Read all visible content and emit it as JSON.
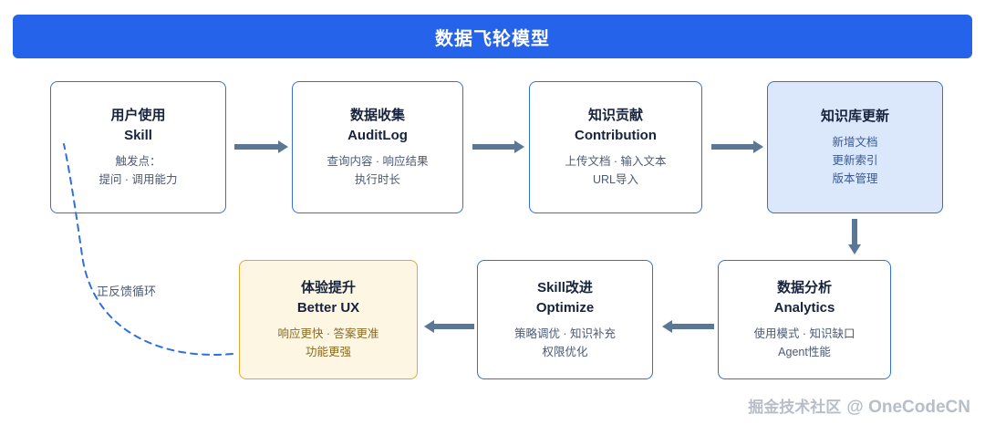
{
  "header": {
    "title": "数据飞轮模型",
    "bg_color": "#2563eb",
    "text_color": "#ffffff"
  },
  "nodes": [
    {
      "id": "user",
      "title_cn": "用户使用",
      "title_en": "Skill",
      "lines": [
        "触发点：",
        "提问 · 调用能力"
      ],
      "style": "white"
    },
    {
      "id": "collect",
      "title_cn": "数据收集",
      "title_en": "AuditLog",
      "lines": [
        "查询内容 · 响应结果",
        "执行时长"
      ],
      "style": "white"
    },
    {
      "id": "contrib",
      "title_cn": "知识贡献",
      "title_en": "Contribution",
      "lines": [
        "上传文档 · 输入文本",
        "URL导入"
      ],
      "style": "white"
    },
    {
      "id": "kb",
      "title_cn": "知识库更新",
      "title_en": "",
      "lines": [
        "新增文档",
        "更新索引",
        "版本管理"
      ],
      "style": "blue-fill"
    },
    {
      "id": "analytics",
      "title_cn": "数据分析",
      "title_en": "Analytics",
      "lines": [
        "使用模式 · 知识缺口",
        "Agent性能"
      ],
      "style": "white"
    },
    {
      "id": "optimize",
      "title_cn": "Skill改进",
      "title_en": "Optimize",
      "lines": [
        "策略调优 · 知识补充",
        "权限优化"
      ],
      "style": "white"
    },
    {
      "id": "ux",
      "title_cn": "体验提升",
      "title_en": "Better UX",
      "lines": [
        "响应更快 · 答案更准",
        "功能更强"
      ],
      "style": "amber-fill"
    }
  ],
  "feedback": {
    "label": "正反馈循环",
    "color": "#2f6fe0"
  },
  "watermark": {
    "cn": "掘金技术社区",
    "en": "@ OneCodeCN",
    "color": "#b8bec8"
  },
  "colors": {
    "arrow": "#5b7796",
    "border_blue": "#2f6fe0",
    "fill_blue": "#dbe7fb",
    "border_amber": "#e0a82e",
    "fill_amber": "#fdf6e3"
  }
}
